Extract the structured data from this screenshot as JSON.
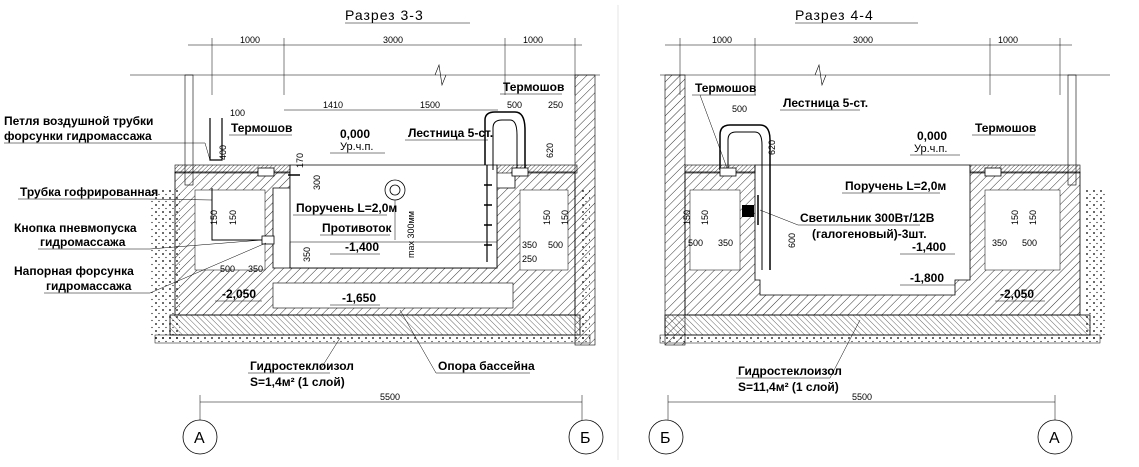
{
  "left": {
    "title": "Разрез 3-3",
    "dims_top": [
      "1000",
      "3000",
      "1000"
    ],
    "dims_inner": [
      "1410",
      "1500",
      "500",
      "250",
      "100"
    ],
    "dims_small": [
      "400",
      "170",
      "300",
      "620",
      "150",
      "150",
      "150",
      "150",
      "350",
      "350",
      "500",
      "350",
      "500",
      "350",
      "500",
      "250"
    ],
    "max_label": "max 300мм",
    "levels": [
      "0,000",
      "Ур.ч.п.",
      "-1,400",
      "-1,650",
      "-2,050"
    ],
    "labels": {
      "loop": "Петля воздушной трубки",
      "loop2": "форсунки гидромассажа",
      "termoshov1": "Термошов",
      "termoshov2": "Термошов",
      "ladder": "Лестница 5-ст.",
      "tube": "Трубка гофрированная",
      "button": "Кнопка пневмопуска",
      "button2": "гидромассажа",
      "handrail": "Поручень L=2,0м",
      "counterflow": "Противоток",
      "nozzle": "Напорная форсунка",
      "nozzle2": "гидромассажа",
      "waterproof": "Гидростеклоизол",
      "area": "S=1,4м² (1 слой)",
      "support": "Опора бассейна"
    },
    "dim_total": "5500",
    "axis_left": "А",
    "axis_right": "Б"
  },
  "right": {
    "title": "Разрез 4-4",
    "dims_top": [
      "1000",
      "3000",
      "1000"
    ],
    "dims_small": [
      "500",
      "620",
      "150",
      "150",
      "150",
      "150",
      "500",
      "350",
      "350",
      "500",
      "600"
    ],
    "levels": [
      "0,000",
      "Ур.ч.п.",
      "-1,400",
      "-1,800",
      "-2,050"
    ],
    "labels": {
      "termoshov1": "Термошов",
      "ladder": "Лестница 5-ст.",
      "termoshov2": "Термошов",
      "handrail": "Поручень L=2,0м",
      "lamp": "Светильник 300Вт/12В",
      "lamp2": "(галогеновый)-3шт.",
      "waterproof": "Гидростеклоизол",
      "area": "S=11,4м² (1 слой)"
    },
    "dim_total": "5500",
    "axis_left": "Б",
    "axis_right": "А"
  }
}
